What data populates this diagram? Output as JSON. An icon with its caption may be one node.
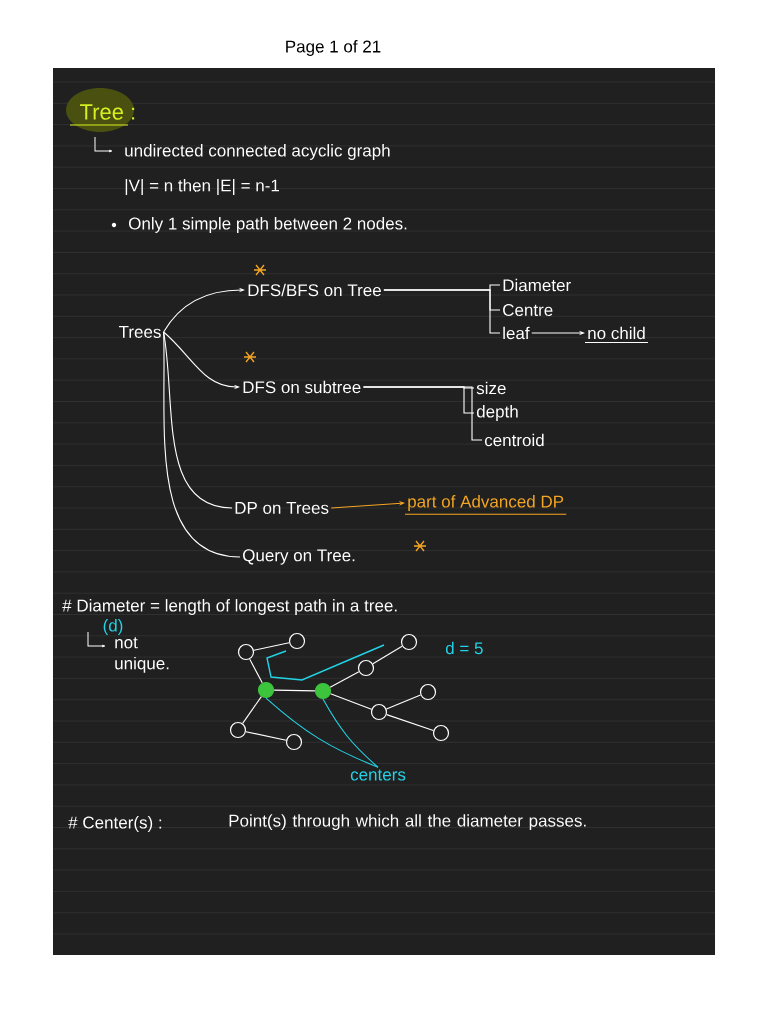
{
  "diagram": {
    "title": "Tree :",
    "nodes": [
      {
        "text": [
          "Trees"
        ]
      },
      {
        "text": [
          "DFS/BFS on Tree"
        ]
      },
      {
        "text": [
          "DFS on subtree"
        ]
      },
      {
        "text": [
          "DP on Trees"
        ]
      },
      {
        "text": [
          "Query on Tree."
        ]
      },
      {
        "text": [
          "Diameter"
        ]
      },
      {
        "text": [
          "Centre"
        ]
      },
      {
        "text": [
          "leaf"
        ]
      },
      {
        "text": [
          "no child"
        ]
      },
      {
        "text": [
          "size"
        ]
      },
      {
        "text": [
          "depth"
        ]
      },
      {
        "text": [
          "centroid"
        ]
      },
      {
        "text": [
          "part of Advanced DP"
        ]
      },
      {
        "text": [],
        "shape": "circle"
      },
      {
        "text": [],
        "shape": "circle"
      },
      {
        "text": [],
        "shape": "circle"
      },
      {
        "text": [],
        "shape": "circle"
      },
      {
        "text": [],
        "shape": "circle"
      },
      {
        "text": [],
        "shape": "circle"
      },
      {
        "text": [],
        "shape": "circle"
      },
      {
        "text": [],
        "shape": "circle"
      },
      {
        "text": [],
        "shape": "circle"
      },
      {
        "text": [],
        "shape": "circle"
      },
      {
        "text": [],
        "shape": "circle"
      },
      {
        "text": [
          "centers"
        ]
      }
    ],
    "edges": [
      {
        "from": 0,
        "to": 1,
        "arrow": "to"
      },
      {
        "from": 0,
        "to": 2,
        "arrow": "to"
      },
      {
        "from": 0,
        "to": 3,
        "arrow": "none"
      },
      {
        "from": 0,
        "to": 4,
        "arrow": "none"
      },
      {
        "from": 1,
        "to": 5,
        "arrow": "none"
      },
      {
        "from": 1,
        "to": 6,
        "arrow": "none"
      },
      {
        "from": 1,
        "to": 7,
        "arrow": "none"
      },
      {
        "from": 7,
        "to": 8,
        "arrow": "to"
      },
      {
        "from": 2,
        "to": 9,
        "arrow": "none"
      },
      {
        "from": 2,
        "to": 10,
        "arrow": "none"
      },
      {
        "from": 2,
        "to": 11,
        "arrow": "none"
      },
      {
        "from": 3,
        "to": 12,
        "arrow": "to",
        "color": "#f5a623"
      },
      {
        "from": 14,
        "to": 17,
        "arrow": "none"
      },
      {
        "from": 14,
        "to": 15,
        "arrow": "none"
      },
      {
        "from": 15,
        "to": 18,
        "arrow": "none"
      },
      {
        "from": 15,
        "to": 13,
        "arrow": "none"
      },
      {
        "from": 13,
        "to": 16,
        "arrow": "none"
      },
      {
        "from": 18,
        "to": 19,
        "arrow": "none"
      },
      {
        "from": 19,
        "to": 21,
        "arrow": "none"
      },
      {
        "from": 18,
        "to": 20,
        "arrow": "none"
      },
      {
        "from": 20,
        "to": 22,
        "arrow": "none"
      },
      {
        "from": 20,
        "to": 23,
        "arrow": "none"
      },
      {
        "from": 24,
        "to": 15,
        "arrow": "none",
        "color": "#22d3e6"
      },
      {
        "from": 24,
        "to": 18,
        "arrow": "none",
        "color": "#22d3e6"
      }
    ],
    "labels": [
      "Page 1 of 21",
      "undirected connected acyclic graph",
      "|V| = n then |E| = n-1",
      "Only 1 simple path between 2 nodes.",
      "# Diameter = length of longest path in a tree.",
      "(d)",
      "not unique.",
      "d = 5",
      "# Center(s) :",
      "Point(s) through which all the diameter passes."
    ]
  }
}
